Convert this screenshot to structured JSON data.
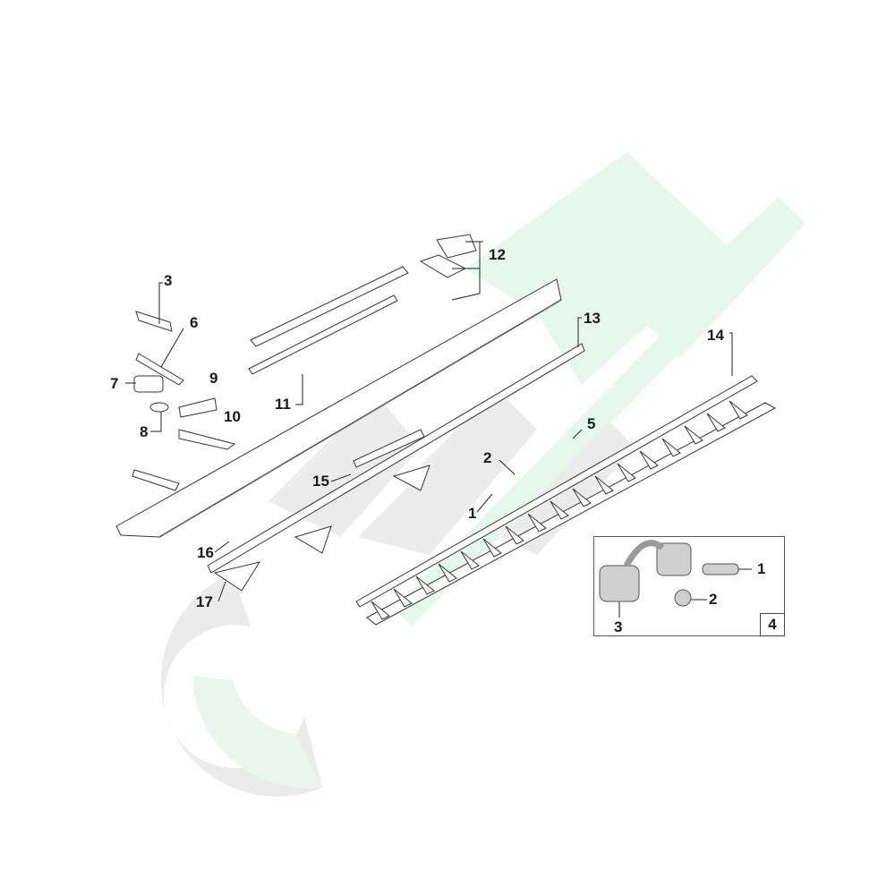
{
  "diagram": {
    "type": "exploded-parts-diagram",
    "subject": "mower cutter bar assembly",
    "watermark_colors": {
      "grey": "#ebebeb",
      "green": "#e6f7ec"
    },
    "line_color": "#333333",
    "callouts": [
      {
        "id": "1",
        "label": "1"
      },
      {
        "id": "2",
        "label": "2"
      },
      {
        "id": "3",
        "label": "3"
      },
      {
        "id": "5",
        "label": "5"
      },
      {
        "id": "6",
        "label": "6"
      },
      {
        "id": "7",
        "label": "7"
      },
      {
        "id": "8",
        "label": "8"
      },
      {
        "id": "9",
        "label": "9"
      },
      {
        "id": "10",
        "label": "10"
      },
      {
        "id": "11",
        "label": "11"
      },
      {
        "id": "12",
        "label": "12"
      },
      {
        "id": "13",
        "label": "13"
      },
      {
        "id": "14",
        "label": "14"
      },
      {
        "id": "15",
        "label": "15"
      },
      {
        "id": "16",
        "label": "16"
      },
      {
        "id": "17",
        "label": "17"
      }
    ],
    "inset": {
      "number": "4",
      "callouts": [
        {
          "id": "1",
          "label": "1"
        },
        {
          "id": "2",
          "label": "2"
        },
        {
          "id": "3",
          "label": "3"
        }
      ]
    }
  }
}
